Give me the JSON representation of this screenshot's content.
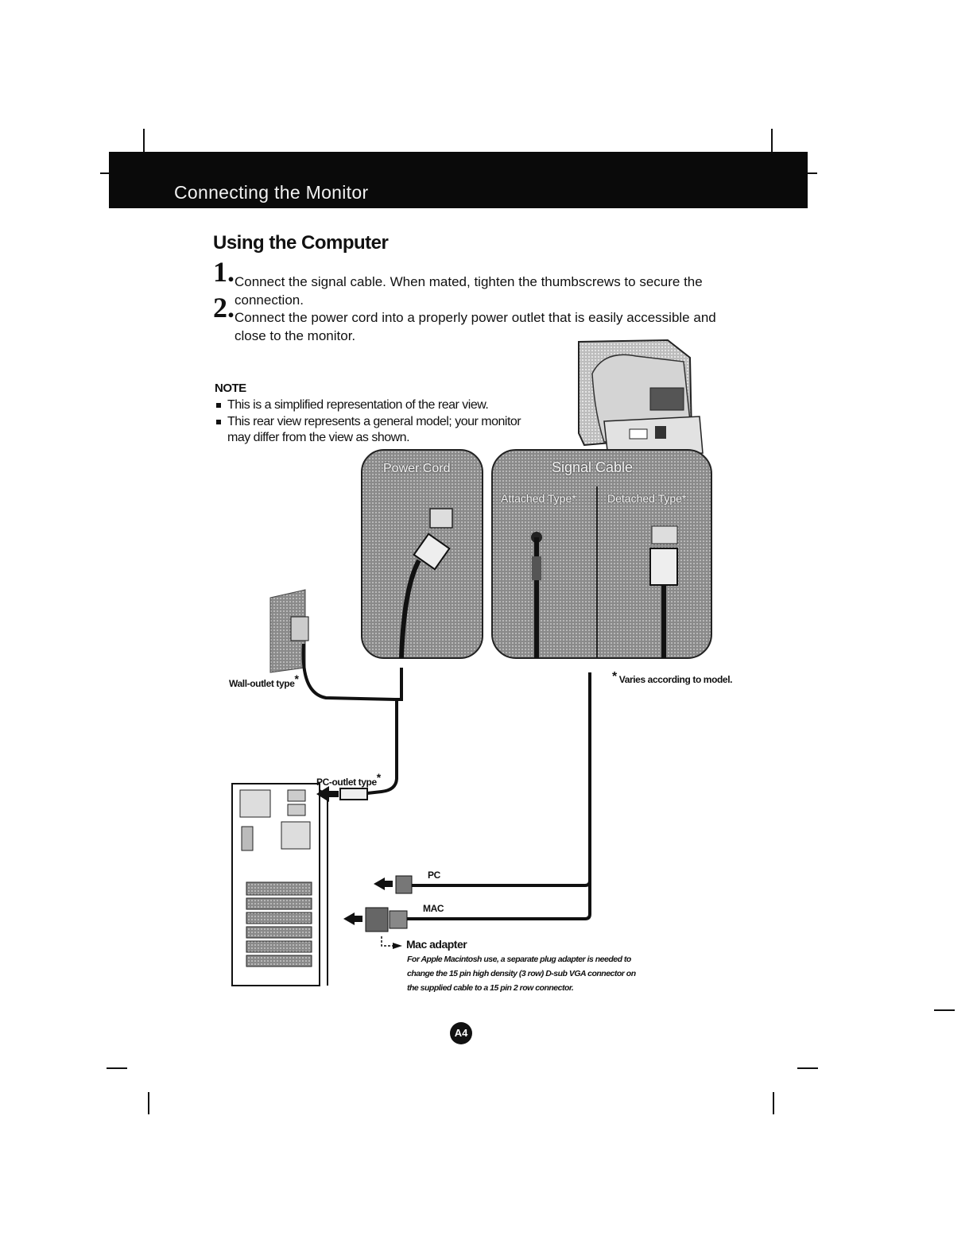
{
  "header": {
    "title": "Connecting the Monitor"
  },
  "section_title": "Using the Computer",
  "steps": [
    {
      "num": "1.",
      "text": "Connect the signal cable. When mated, tighten the thumbscrews to secure the connection."
    },
    {
      "num": "2.",
      "text": "Connect the power cord into a properly power outlet that is easily accessible and close to the monitor."
    }
  ],
  "note": {
    "title": "NOTE",
    "items": [
      "This is a simplified representation of the rear view.",
      "This rear view represents a general model; your monitor may differ from the view as shown."
    ]
  },
  "diagram": {
    "power_cord_label": "Power Cord",
    "signal_cable_label": "Signal Cable",
    "attached_type_label": "Attached Type*",
    "detached_type_label": "Detached Type*",
    "wall_outlet_label": "Wall-outlet type",
    "pc_outlet_label": "PC-outlet type",
    "varies_note": "Varies according to model.",
    "asterisk": "*",
    "pc_label": "PC",
    "mac_label": "MAC",
    "mac_adapter_title": "Mac adapter",
    "mac_adapter_text": "For Apple Macintosh use, a separate plug adapter is needed to change the 15 pin high density (3 row) D-sub VGA connector on the supplied cable to a 15 pin 2 row connector."
  },
  "page_number": "A4"
}
